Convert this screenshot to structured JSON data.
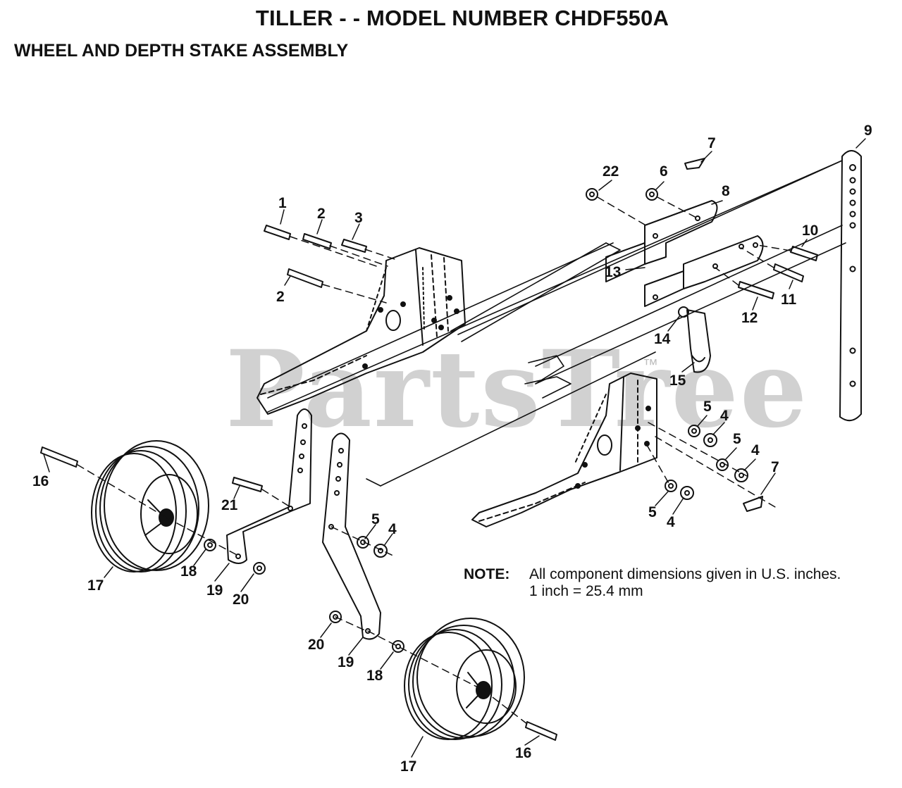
{
  "header": {
    "title": "TILLER - - MODEL NUMBER CHDF550A",
    "subtitle": "WHEEL AND DEPTH STAKE ASSEMBLY"
  },
  "watermark": {
    "text": "PartsTree",
    "tm": "™"
  },
  "note": {
    "label": "NOTE:",
    "line1": "All component dimensions given in U.S. inches.",
    "line2": "1 inch = 25.4 mm"
  },
  "callouts": {
    "c1": "1",
    "c2a": "2",
    "c2b": "2",
    "c3": "3",
    "c4a": "4",
    "c4b": "4",
    "c4c": "4",
    "c4d": "4",
    "c5a": "5",
    "c5b": "5",
    "c5c": "5",
    "c5d": "5",
    "c6": "6",
    "c7a": "7",
    "c7b": "7",
    "c8": "8",
    "c9": "9",
    "c10": "10",
    "c11": "11",
    "c12": "12",
    "c13": "13",
    "c14": "14",
    "c15": "15",
    "c16a": "16",
    "c16b": "16",
    "c17a": "17",
    "c17b": "17",
    "c18a": "18",
    "c18b": "18",
    "c19a": "19",
    "c19b": "19",
    "c20a": "20",
    "c20b": "20",
    "c21": "21",
    "c22": "22"
  }
}
